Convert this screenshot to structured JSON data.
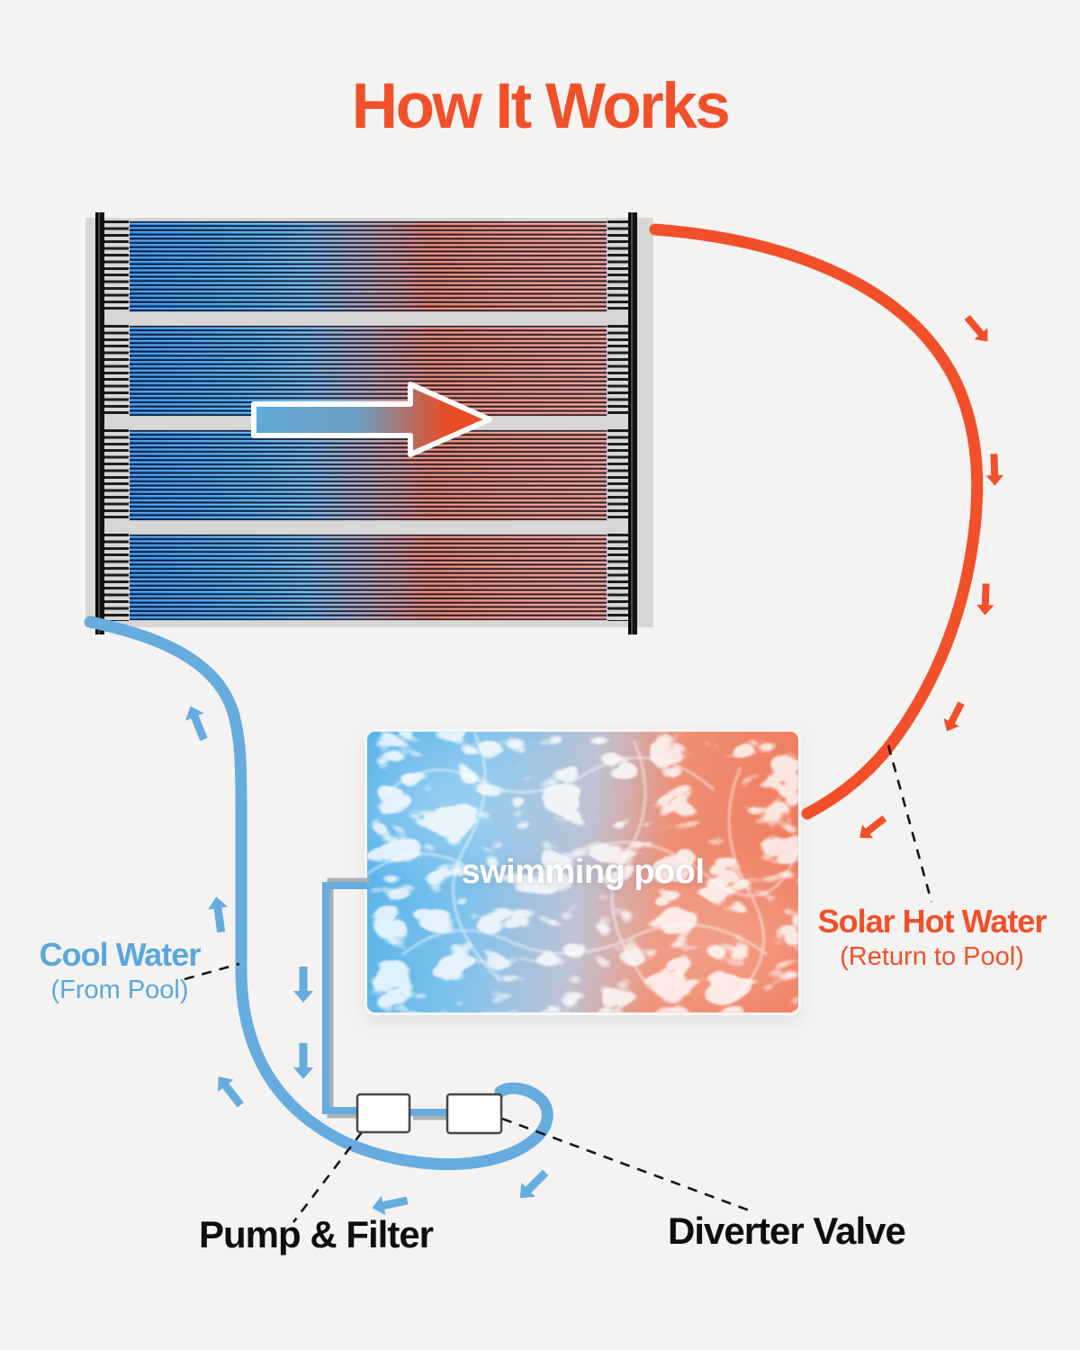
{
  "title": "How It Works",
  "pool": {
    "label": "swimming pool"
  },
  "labels": {
    "cool_water": {
      "title": "Cool Water",
      "subtitle": "(From Pool)"
    },
    "solar_hot_water": {
      "title": "Solar Hot Water",
      "subtitle": "(Return to Pool)"
    },
    "pump_filter": {
      "title": "Pump & Filter"
    },
    "diverter_valve": {
      "title": "Diverter Valve"
    }
  },
  "colors": {
    "background": "#F4F3F1",
    "accent_orange": "#F1502B",
    "accent_blue": "#66ACDF",
    "label_dark": "#0E0E0E",
    "pool_blue": "#54B2E9",
    "pool_orange": "#F07A5B"
  }
}
